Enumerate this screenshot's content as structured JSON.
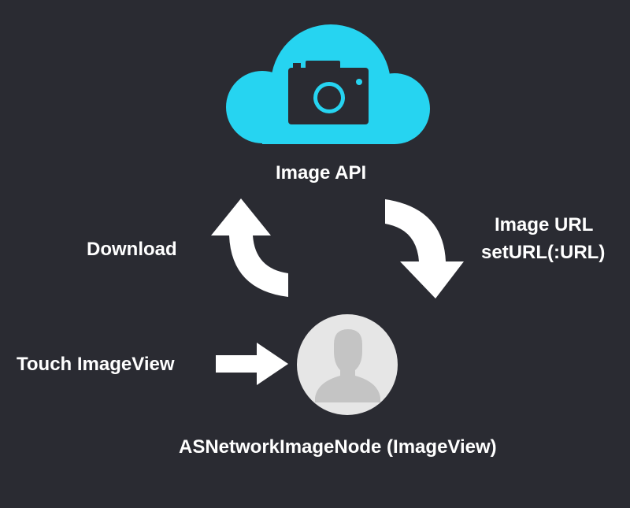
{
  "colors": {
    "background": "#2a2b32",
    "cloud": "#26d4f1",
    "camera": "#2a2b32",
    "arrow": "#ffffff",
    "avatar_circle": "#e6e6e6",
    "avatar_silhouette": "#c4c4c4",
    "text": "#ffffff"
  },
  "icons": {
    "cloud": "cloud-icon",
    "camera": "camera-icon",
    "avatar": "user-avatar-icon"
  },
  "nodes": {
    "api_label": "Image API",
    "imageview_label": "ASNetworkImageNode (ImageView)"
  },
  "edges": {
    "download_label": "Download",
    "url_label": "Image URL",
    "seturl_label": "setURL(:URL)",
    "touch_label": "Touch ImageView"
  }
}
